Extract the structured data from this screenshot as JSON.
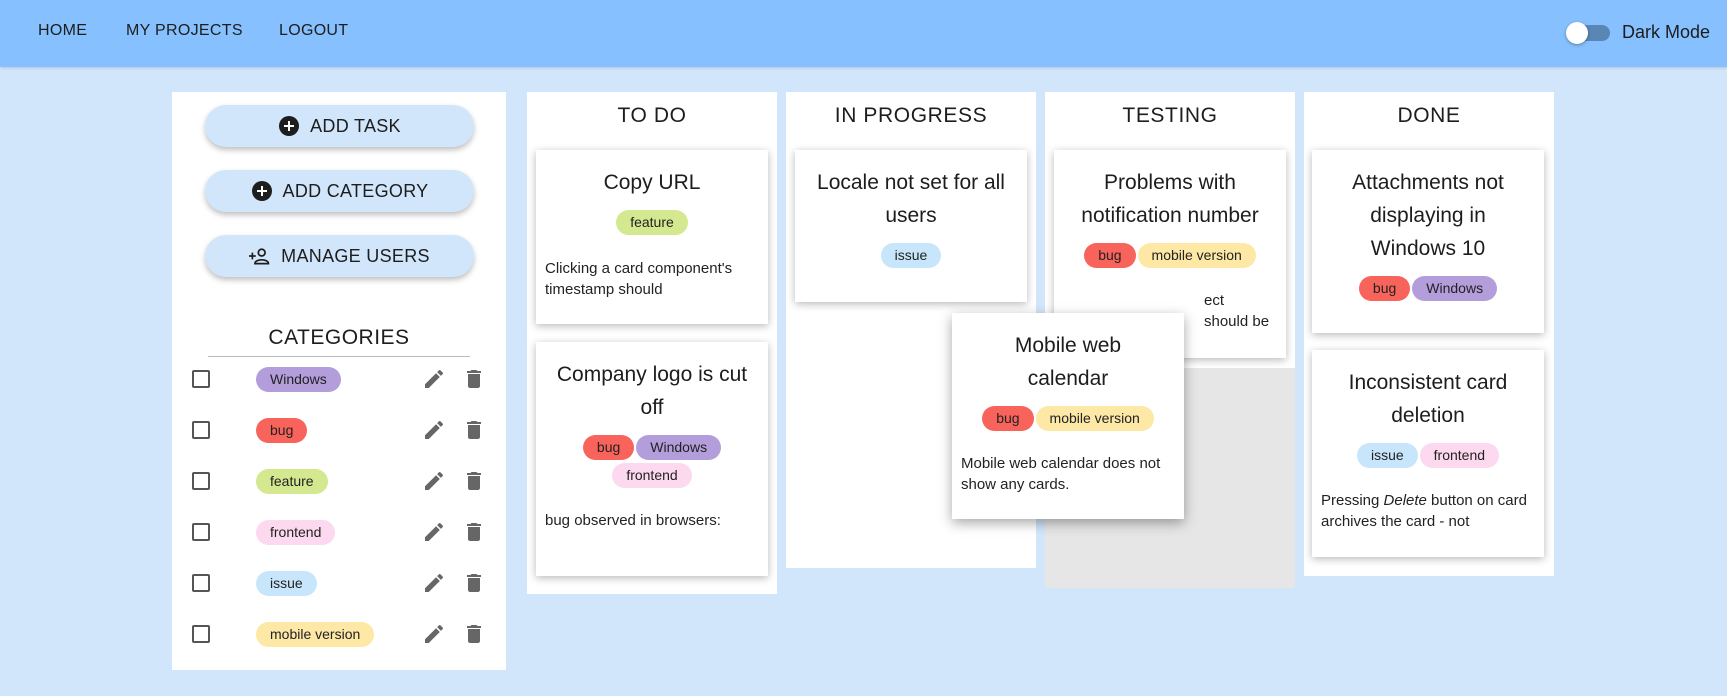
{
  "nav": {
    "home": "HOME",
    "my_projects": "MY PROJECTS",
    "logout": "LOGOUT",
    "dark_mode_label": "Dark Mode",
    "dark_mode_on": false
  },
  "sidebar": {
    "add_task": "ADD TASK",
    "add_category": "ADD CATEGORY",
    "manage_users": "MANAGE USERS",
    "categories_title": "CATEGORIES",
    "categories": [
      {
        "label": "Windows",
        "color": "#b39ddb",
        "checked": false
      },
      {
        "label": "bug",
        "color": "#f8635b",
        "checked": false
      },
      {
        "label": "feature",
        "color": "#d4e88f",
        "checked": false
      },
      {
        "label": "frontend",
        "color": "#fcd9ef",
        "checked": false
      },
      {
        "label": "issue",
        "color": "#c7e6fb",
        "checked": false
      },
      {
        "label": "mobile version",
        "color": "#fde8a6",
        "checked": false
      }
    ]
  },
  "columns": [
    {
      "title": "TO DO",
      "cards": [
        {
          "title": "Copy URL",
          "tags": [
            "feature"
          ],
          "description": "Clicking a card component's timestamp should"
        },
        {
          "title": "Company logo is cut off",
          "tags": [
            "bug",
            "Windows",
            "frontend"
          ],
          "description": "bug observed in browsers:"
        }
      ]
    },
    {
      "title": "IN PROGRESS",
      "cards": [
        {
          "title": "Locale not set for all users",
          "tags": [
            "issue"
          ],
          "description": ""
        }
      ]
    },
    {
      "title": "TESTING",
      "cards": [
        {
          "title": "Problems with notification number",
          "tags": [
            "bug",
            "mobile version"
          ],
          "description": "ect",
          "description_line2": "should be"
        }
      ]
    },
    {
      "title": "DONE",
      "cards": [
        {
          "title": "Attachments not displaying in Windows 10",
          "tags": [
            "bug",
            "Windows"
          ],
          "description": ""
        },
        {
          "title": "Inconsistent card deletion",
          "tags": [
            "issue",
            "frontend"
          ],
          "description_pre": "Pressing ",
          "description_em": "Delete",
          "description_post": " button on card archives the card - not"
        }
      ]
    }
  ],
  "dragging_card": {
    "title": "Mobile web calendar",
    "tags": [
      "bug",
      "mobile version"
    ],
    "description": "Mobile web calendar does not show any cards."
  },
  "tag_colors": {
    "Windows": "#b39ddb",
    "bug": "#f8635b",
    "feature": "#d4e88f",
    "frontend": "#fcd9ef",
    "issue": "#c7e6fb",
    "mobile version": "#fde8a6"
  }
}
